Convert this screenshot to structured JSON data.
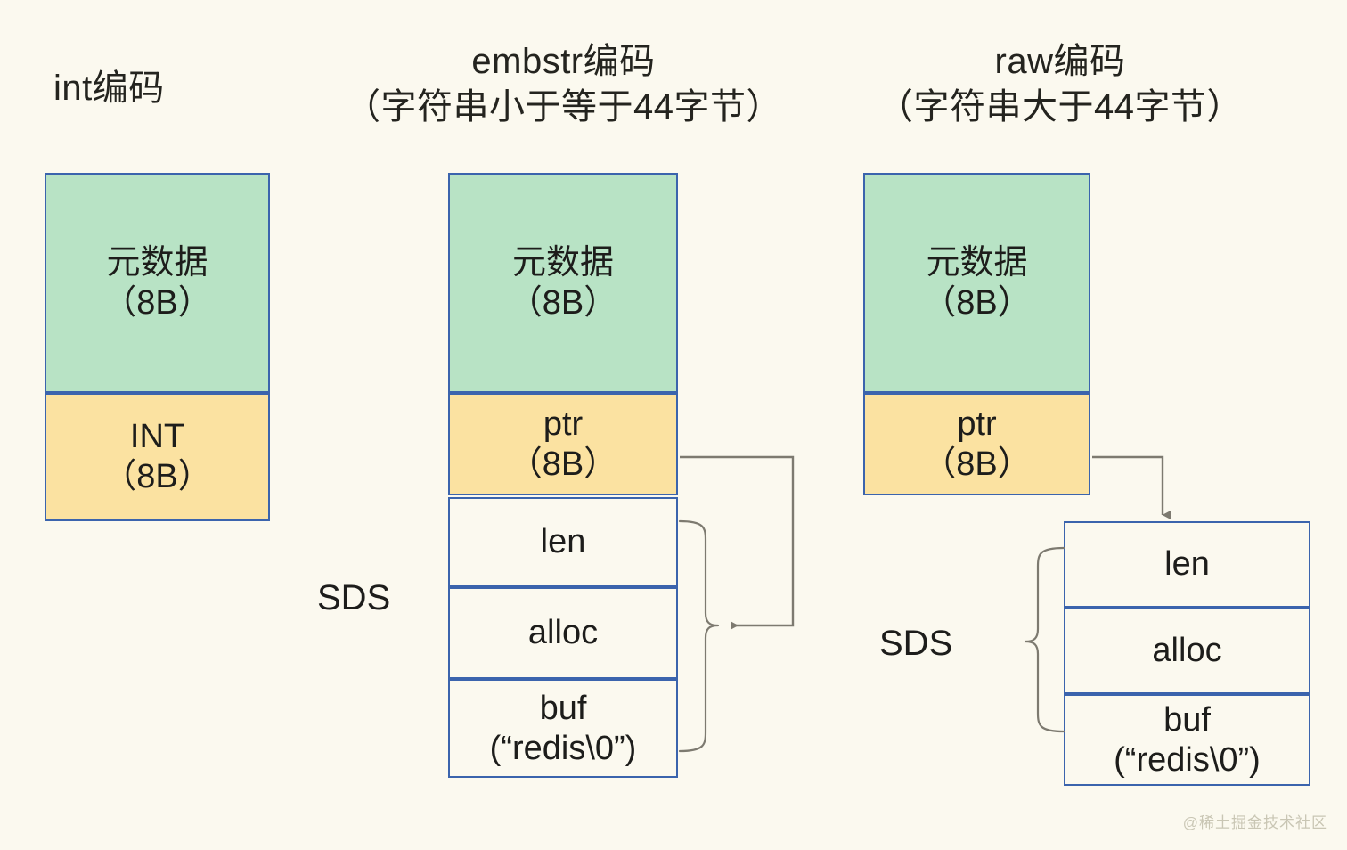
{
  "diagram": {
    "title_int": "int编码",
    "background_color": "#fbf9ef",
    "border_color": "#3b64ad",
    "meta_fill": "#b8e3c5",
    "ptr_fill": "#fbe2a1",
    "connector_color": "#7d7a70"
  },
  "columns": {
    "int": {
      "heading_line1": "int编码",
      "heading_line2": "",
      "cells": [
        {
          "label": "元数据",
          "size": "（8B）",
          "fill": "green"
        },
        {
          "label": "INT",
          "size": "（8B）",
          "fill": "yellow"
        }
      ]
    },
    "embstr": {
      "heading_line1": "embstr编码",
      "heading_line2": "（字符串小于等于44字节）",
      "cells": [
        {
          "label": "元数据",
          "size": "（8B）",
          "fill": "green"
        },
        {
          "label": "ptr",
          "size": "（8B）",
          "fill": "yellow"
        },
        {
          "label": "len",
          "size": "",
          "fill": "plain"
        },
        {
          "label": "alloc",
          "size": "",
          "fill": "plain"
        },
        {
          "label": "buf",
          "size": "(“redis\\0”)",
          "fill": "plain"
        }
      ],
      "sds_label": "SDS"
    },
    "raw": {
      "heading_line1": "raw编码",
      "heading_line2": "（字符串大于44字节）",
      "cells": [
        {
          "label": "元数据",
          "size": "（8B）",
          "fill": "green"
        },
        {
          "label": "ptr",
          "size": "（8B）",
          "fill": "yellow"
        },
        {
          "label": "len",
          "size": "",
          "fill": "plain"
        },
        {
          "label": "alloc",
          "size": "",
          "fill": "plain"
        },
        {
          "label": "buf",
          "size": "(“redis\\0”)",
          "fill": "plain"
        }
      ],
      "sds_label": "SDS"
    }
  },
  "watermark": "@稀土掘金技术社区"
}
